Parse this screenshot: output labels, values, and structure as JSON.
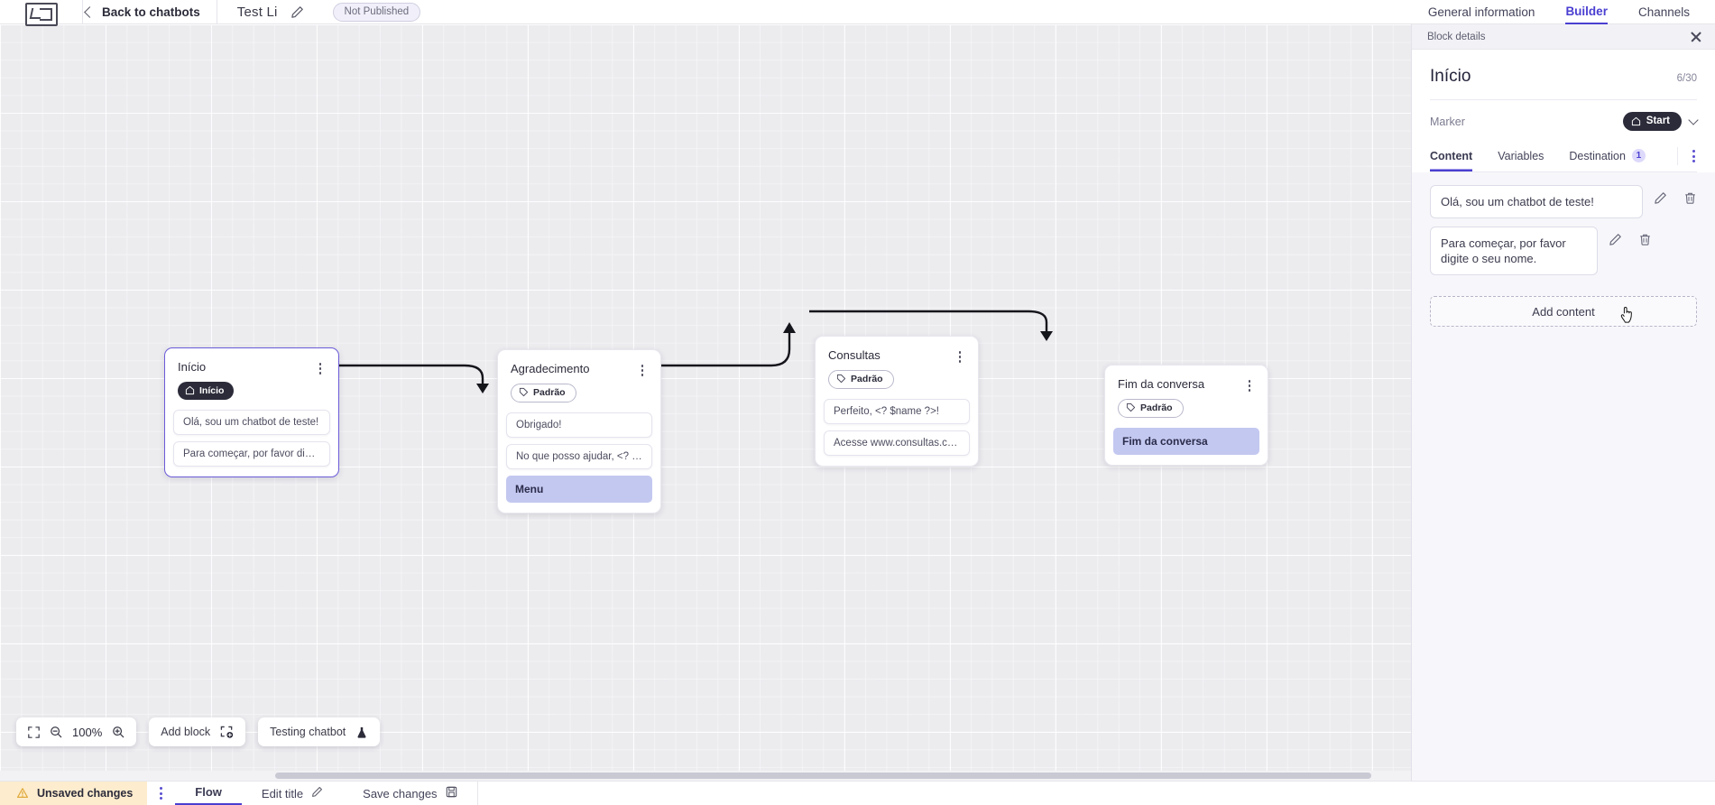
{
  "header": {
    "logo_icon": "chatbot-logo-icon",
    "back_label": "Back to chatbots",
    "doc_title": "Test Li",
    "edit_icon": "pencil-icon",
    "publish_badge": "Not Published",
    "tabs": [
      {
        "label": "General information",
        "active": false
      },
      {
        "label": "Builder",
        "active": true
      },
      {
        "label": "Channels",
        "active": false
      }
    ]
  },
  "canvas": {
    "nodes": [
      {
        "title": "Início",
        "tag": "Início",
        "tag_type": "start",
        "selected": true,
        "rows": [
          {
            "text": "Olá, sou um chatbot de teste!",
            "highlight": false
          },
          {
            "text": "Para começar, por favor digite o ...",
            "highlight": false
          }
        ]
      },
      {
        "title": "Agradecimento",
        "tag": "Padrão",
        "tag_type": "default",
        "selected": false,
        "rows": [
          {
            "text": "Obrigado!",
            "highlight": false
          },
          {
            "text": "No que posso ajudar, <? $name ...",
            "highlight": false
          },
          {
            "text": "Menu",
            "highlight": true
          }
        ]
      },
      {
        "title": "Consultas",
        "tag": "Padrão",
        "tag_type": "default",
        "selected": false,
        "rows": [
          {
            "text": "Perfeito, <? $name ?>!",
            "highlight": false
          },
          {
            "text": "Acesse www.consultas.com par...",
            "highlight": false
          }
        ]
      },
      {
        "title": "Fim da conversa",
        "tag": "Padrão",
        "tag_type": "default",
        "selected": false,
        "rows": [
          {
            "text": "Fim da conversa",
            "highlight": true
          }
        ]
      }
    ],
    "toolbar": {
      "fit_icon": "fit-screen-icon",
      "zoom_out_icon": "zoom-out-icon",
      "zoom_level": "100%",
      "zoom_in_icon": "zoom-in-icon",
      "add_block_label": "Add block",
      "add_block_icon": "add-block-icon",
      "testing_label": "Testing chatbot",
      "testing_icon": "flask-icon"
    }
  },
  "statusbar": {
    "unsaved_label": "Unsaved changes",
    "warning_icon": "warning-triangle-icon",
    "kebab_icon": "kebab-menu-icon",
    "flow_label": "Flow",
    "edit_title_label": "Edit title",
    "edit_title_icon": "pencil-icon",
    "save_label": "Save changes",
    "save_icon": "save-disk-icon"
  },
  "panel": {
    "top_label": "Block details",
    "close_icon": "close-icon",
    "heading": "Início",
    "count": "6/30",
    "marker_label": "Marker",
    "marker_value": "Start",
    "marker_icon": "home-icon",
    "marker_chevron_icon": "chevron-down-icon",
    "tabs": [
      {
        "label": "Content",
        "active": true,
        "badge": ""
      },
      {
        "label": "Variables",
        "active": false,
        "badge": ""
      },
      {
        "label": "Destination",
        "active": false,
        "badge": "1"
      }
    ],
    "tabs_kebab_icon": "kebab-menu-icon",
    "content_items": [
      {
        "text": "Olá, sou um chatbot de teste!",
        "edit_icon": "pencil-icon",
        "delete_icon": "trash-icon"
      },
      {
        "text": "Para começar, por favor digite o seu nome.",
        "edit_icon": "pencil-icon",
        "delete_icon": "trash-icon"
      }
    ],
    "add_content_label": "Add content"
  }
}
